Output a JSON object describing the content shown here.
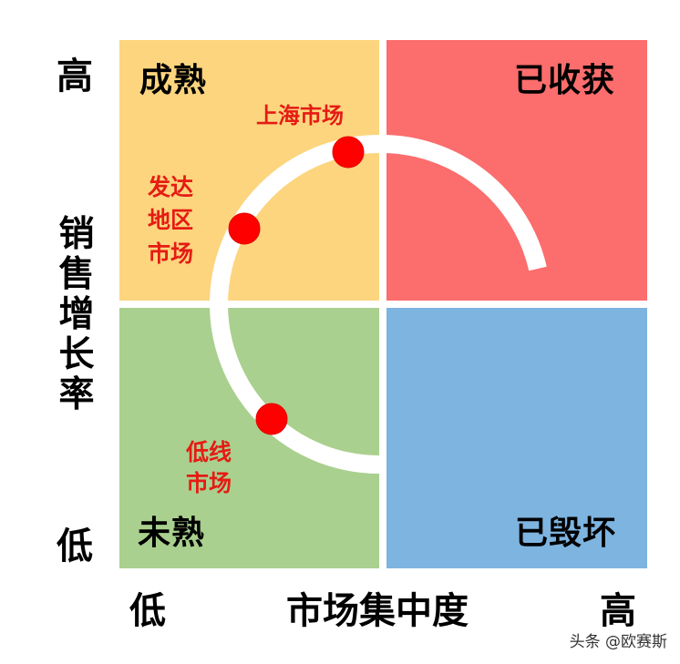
{
  "chart_data": {
    "type": "quadrant",
    "xlabel": "市场集中度",
    "ylabel": "销售增长率",
    "x_axis": {
      "low": "低",
      "high": "高"
    },
    "y_axis": {
      "low": "低",
      "high": "高"
    },
    "quadrants": [
      {
        "position": "top-left",
        "label": "成熟",
        "color": "#fcd57e"
      },
      {
        "position": "top-right",
        "label": "已收获",
        "color": "#fc6d6d"
      },
      {
        "position": "bottom-left",
        "label": "未熟",
        "color": "#a9d08e"
      },
      {
        "position": "bottom-right",
        "label": "已毁坏",
        "color": "#7eb4e0"
      }
    ],
    "path": {
      "description": "white arc from bottom-left through top-left into top-right",
      "color": "#ffffff"
    },
    "points": [
      {
        "label": "低线市场",
        "quadrant": "bottom-left",
        "color": "#ff0000"
      },
      {
        "label": "发达地区市场",
        "quadrant": "top-left",
        "color": "#ff0000"
      },
      {
        "label": "上海市场",
        "quadrant": "top-left",
        "color": "#ff0000"
      }
    ]
  },
  "axes": {
    "y_high": "高",
    "y_low": "低",
    "y_title": [
      "销",
      "售",
      "增",
      "长",
      "率"
    ],
    "x_low": "低",
    "x_title": "市场集中度",
    "x_high": "高"
  },
  "quadrants": {
    "tl": "成熟",
    "tr": "已收获",
    "bl": "未熟",
    "br": "已毁坏"
  },
  "markers": {
    "shanghai": "上海市场",
    "developed": [
      "发达",
      "地区",
      "市场"
    ],
    "lowtier": [
      "低线",
      "市场"
    ]
  },
  "watermark": "头条 @欧赛斯"
}
